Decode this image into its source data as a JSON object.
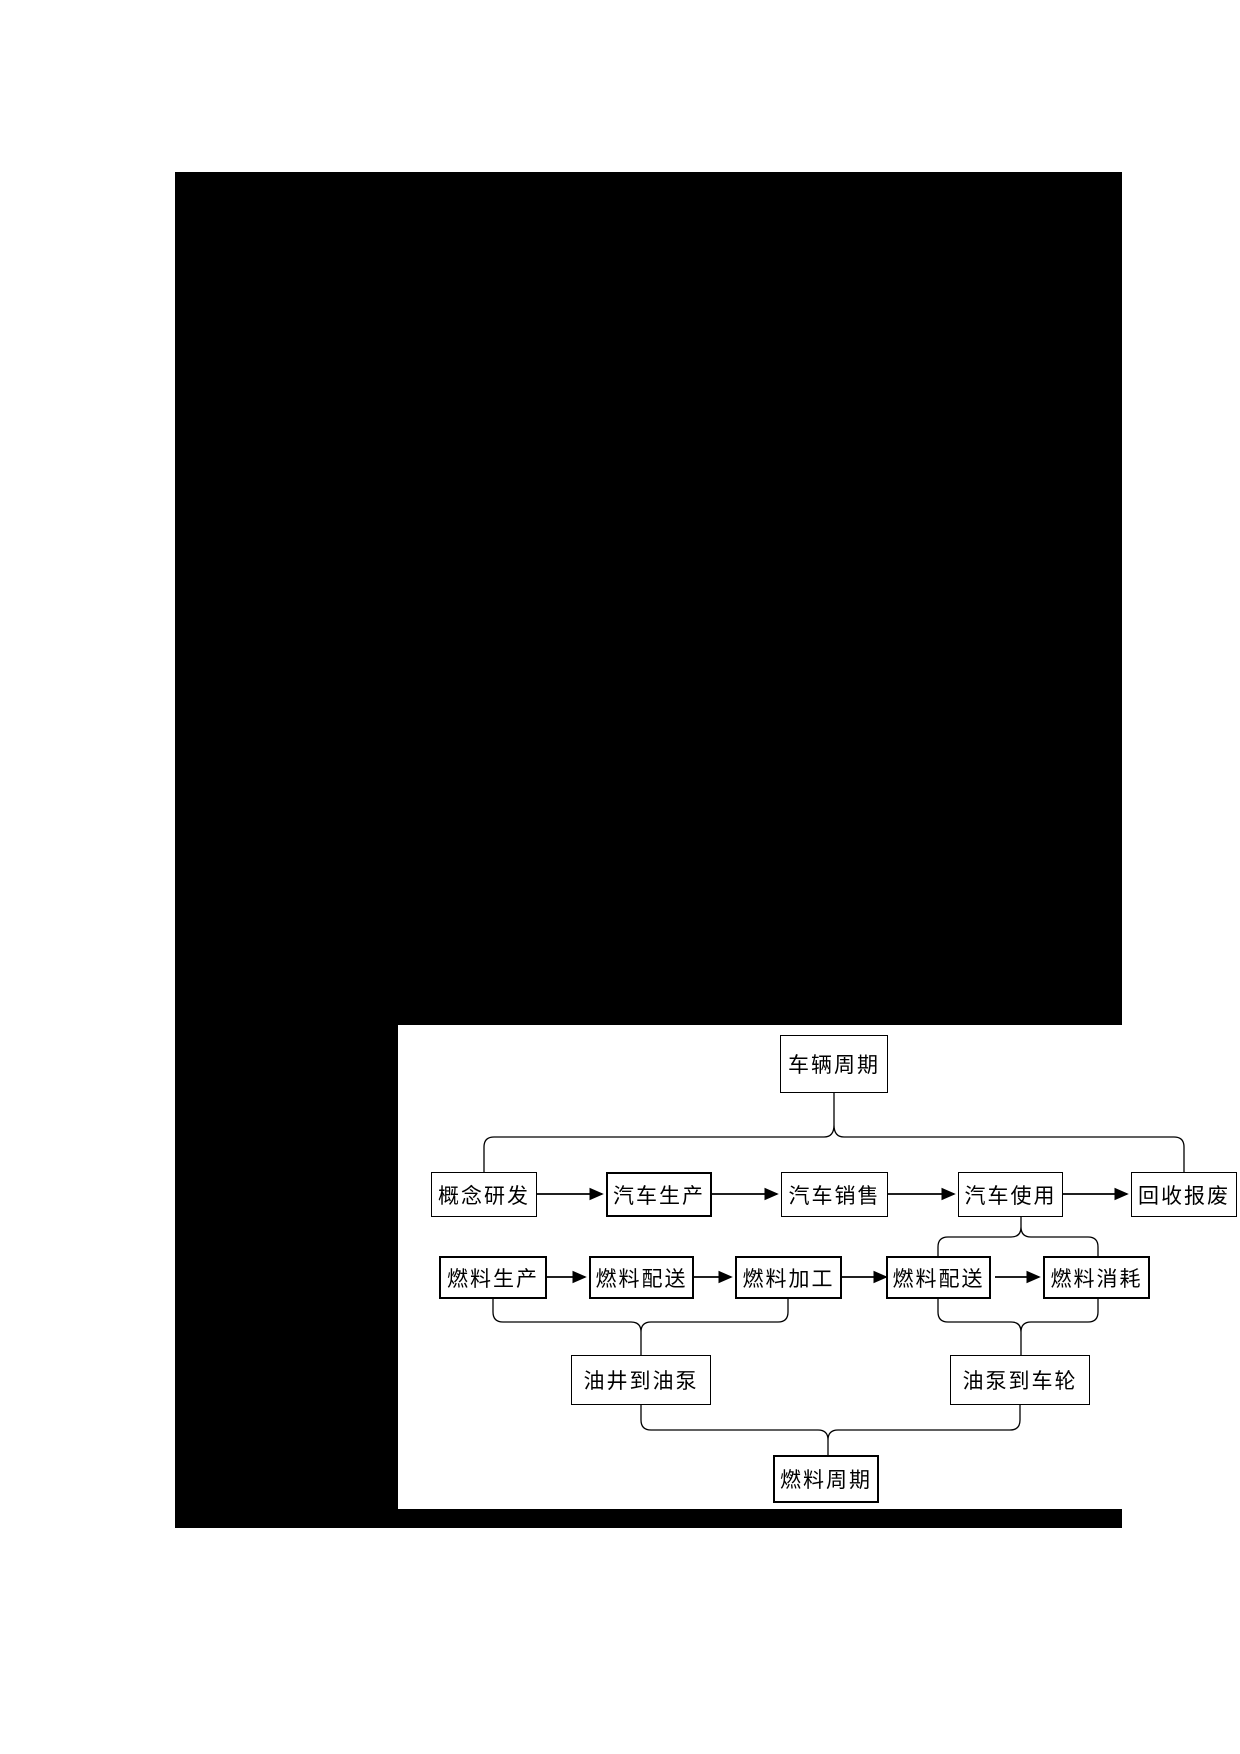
{
  "page": {
    "background_color": "#ffffff",
    "content_area_color": "#000000",
    "panel_color": "#ffffff",
    "line_color": "#000000"
  },
  "diagram": {
    "top_node": "车辆周期",
    "vehicle_row": [
      "概念研发",
      "汽车生产",
      "汽车销售",
      "汽车使用",
      "回收报废"
    ],
    "fuel_row": [
      "燃料生产",
      "燃料配送",
      "燃料加工",
      "燃料配送",
      "燃料消耗"
    ],
    "stage_nodes": [
      "油井到油泵",
      "油泵到车轮"
    ],
    "bottom_node": "燃料周期"
  }
}
